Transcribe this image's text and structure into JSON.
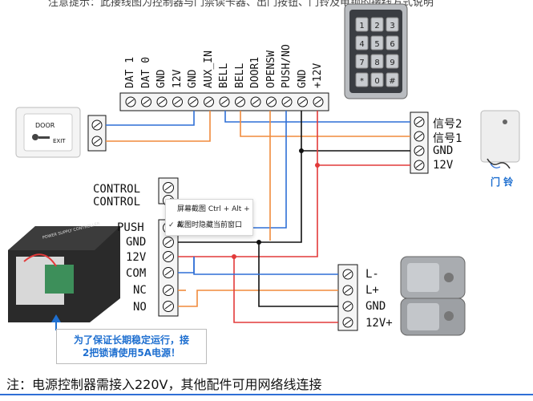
{
  "top_partial_text": "注意提示：此接线图为控制器与门禁读卡器、出门按钮、门铃及电锁的接线方式说明",
  "keypad_terminals": [
    "DAT 1",
    "DAT 0",
    "GND",
    "12V",
    "GND",
    "AUX_IN",
    "BELL",
    "BELL",
    "DOOR1",
    "OPENSW",
    "PUSH/NO",
    "GND",
    "+12V"
  ],
  "keypad_keys": [
    "1",
    "2",
    "3",
    "4",
    "5",
    "6",
    "7",
    "8",
    "9",
    "*",
    "0",
    "#"
  ],
  "doorbell": {
    "terminals": [
      "信号2",
      "信号1",
      "GND",
      "12V"
    ],
    "caption": "门 铃"
  },
  "exit_button": {
    "line1": "DOOR",
    "line2": "EXIT"
  },
  "power_supply": {
    "terminals": [
      "CONTROL",
      "CONTROL",
      "PUSH",
      "GND",
      "12V",
      "COM",
      "NC",
      "NO"
    ],
    "box_title": "POWER SUPPLY CONTROLLER"
  },
  "lock": {
    "terminals": [
      "L-",
      "L+",
      "GND",
      "12V+"
    ]
  },
  "context_menu": {
    "items": [
      "屏幕截图 Ctrl + Alt + A",
      "截图时隐藏当前窗口"
    ],
    "checked_index": 1
  },
  "advice_bubble": {
    "line1": "为了保证长期稳定运行，接",
    "line2": "2把锁请使用5A电源！"
  },
  "footer_note": "注：电源控制器需接入220V，其他配件可用网络线连接",
  "colors": {
    "wire_blue": "#2f6fd6",
    "wire_orange": "#f08a3c",
    "wire_red": "#e23a3a",
    "wire_black": "#111111",
    "caption_blue": "#1e6fd0",
    "footer_line": "#2f6fd6"
  }
}
